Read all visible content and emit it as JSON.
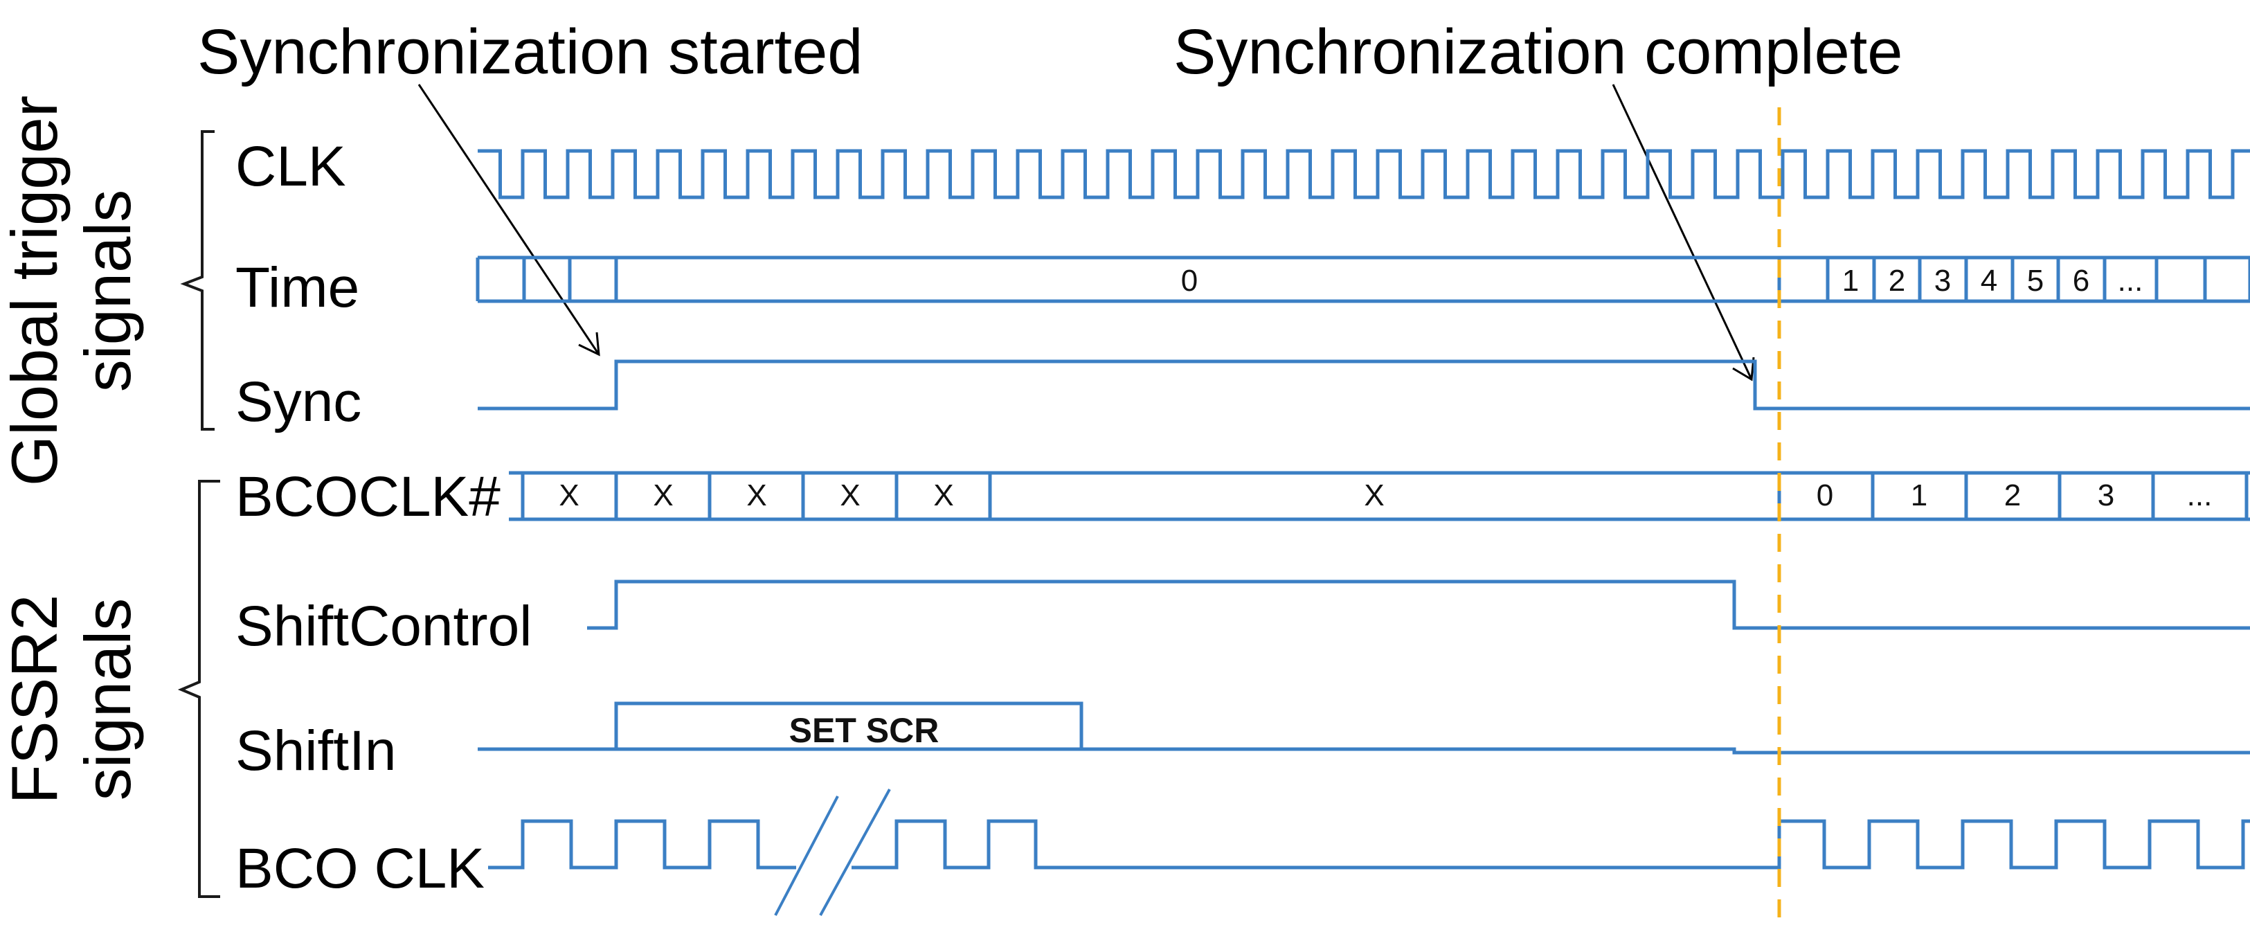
{
  "annotations": {
    "sync_started": "Synchronization started",
    "sync_complete": "Synchronization complete"
  },
  "groups": {
    "global_line1": "Global trigger",
    "global_line2": "signals",
    "fssr2_line1": "FSSR2",
    "fssr2_line2": "signals"
  },
  "signals": {
    "clk": "CLK",
    "time": "Time",
    "sync": "Sync",
    "bcoclk_hash": "BCOCLK#",
    "shiftcontrol": "ShiftControl",
    "shiftin": "ShiftIn",
    "bco_clk": "BCO CLK"
  },
  "time_values": {
    "zero": "0",
    "after": [
      "1",
      "2",
      "3",
      "4",
      "5",
      "6",
      "..."
    ]
  },
  "bcoclk_values": {
    "before": [
      "X",
      "X",
      "X",
      "X",
      "X"
    ],
    "wide": "X",
    "after": [
      "0",
      "1",
      "2",
      "3",
      "..."
    ]
  },
  "shiftin_payload": "SET SCR",
  "colors": {
    "waveform": "#3b7fc4",
    "marker": "#f5b21a",
    "text": "#000000"
  }
}
